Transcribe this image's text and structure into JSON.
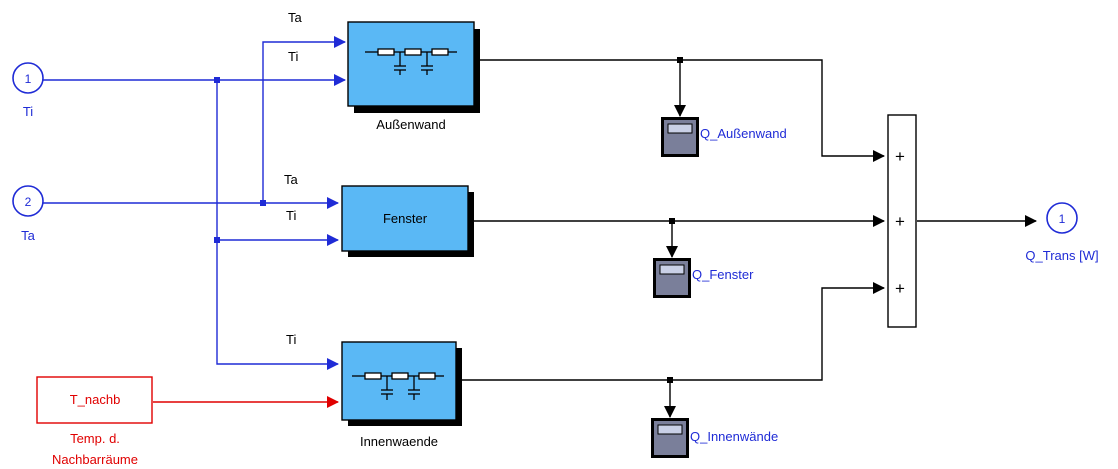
{
  "inports": [
    {
      "number": "1",
      "label": "Ti"
    },
    {
      "number": "2",
      "label": "Ta"
    }
  ],
  "constant": {
    "value": "T_nachb",
    "label_line1": "Temp. d.",
    "label_line2": "Nachbarräume"
  },
  "blocks": {
    "aussenwand": {
      "name": "Außenwand",
      "ports": [
        "Ta",
        "Ti"
      ]
    },
    "fenster": {
      "name": "Fenster",
      "text": "Fenster",
      "ports": [
        "Ta",
        "Ti"
      ]
    },
    "innenwaende": {
      "name": "Innenwaende",
      "ports": [
        "Ti"
      ]
    }
  },
  "displays": [
    {
      "label": "Q_Außenwand"
    },
    {
      "label": "Q_Fenster"
    },
    {
      "label": "Q_Innenwände"
    }
  ],
  "sum": {
    "signs": [
      "+",
      "+",
      "+"
    ]
  },
  "outport": {
    "number": "1",
    "label": "Q_Trans [W]"
  },
  "colors": {
    "signal_blue": "#1f2bd6",
    "signal_red": "#e00000",
    "block_fill": "#5ab8f5",
    "display_fill": "#7a7f9a"
  }
}
